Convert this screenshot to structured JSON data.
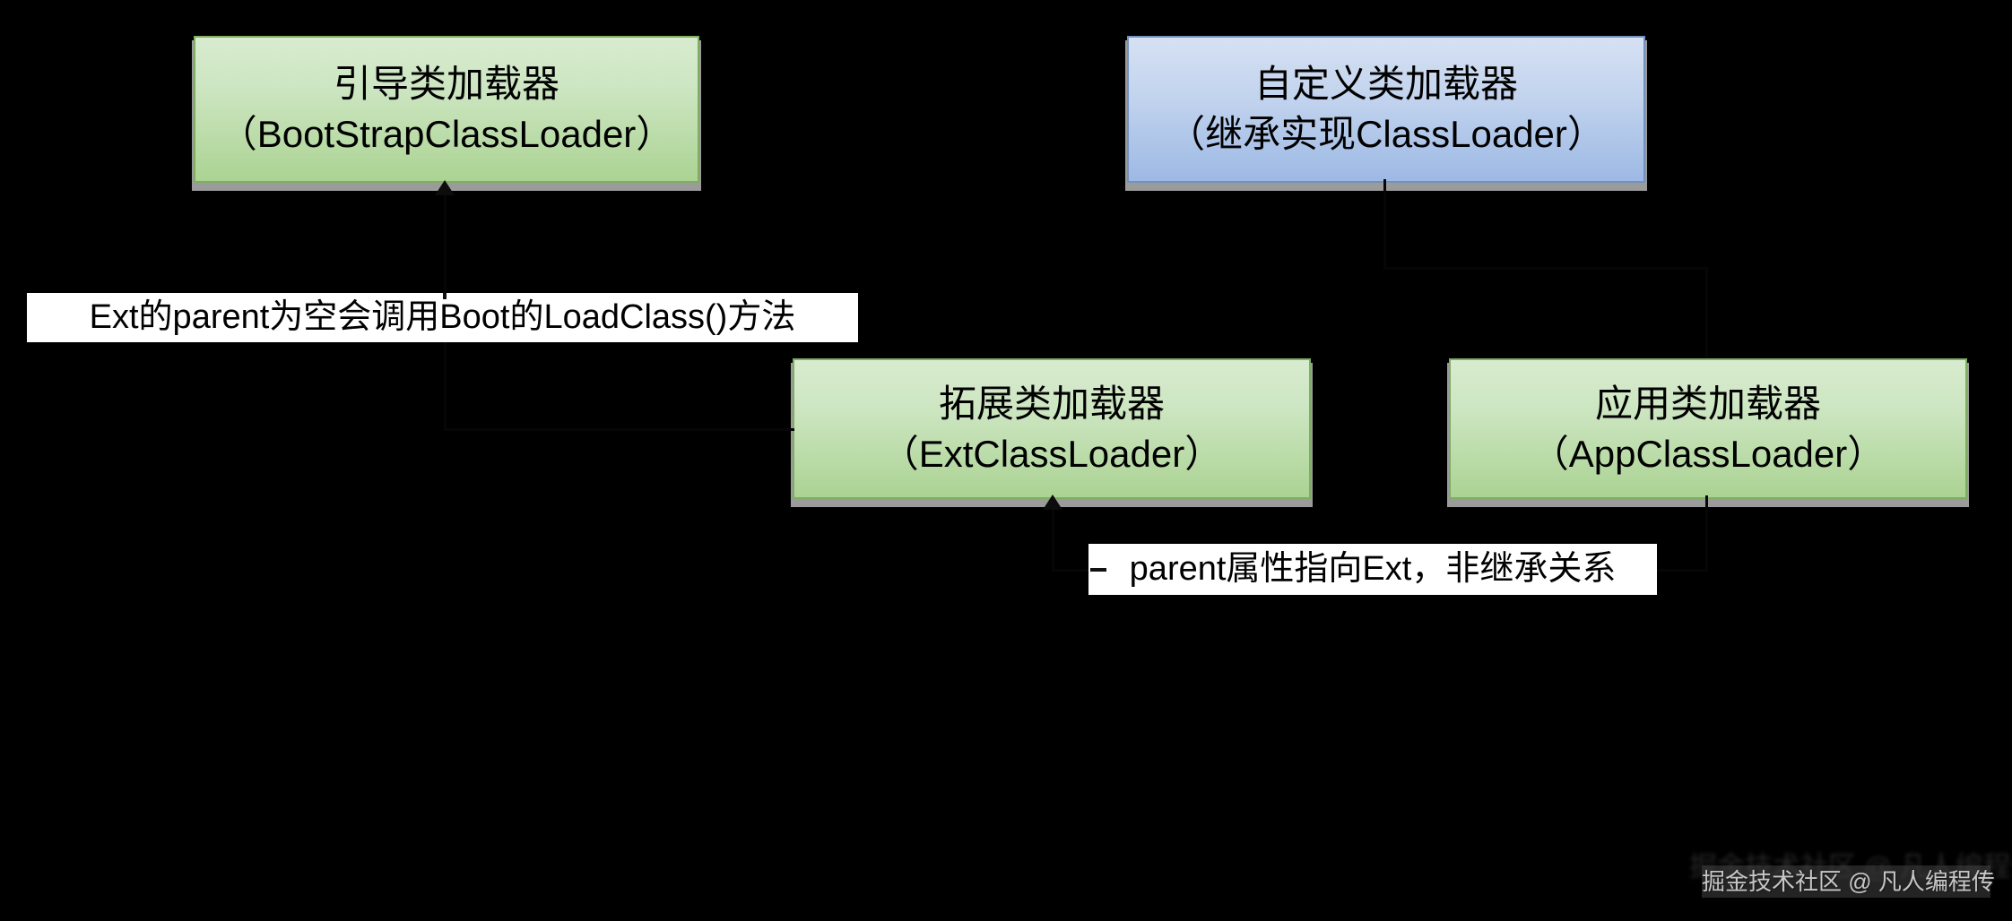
{
  "page": {
    "background": "#000000"
  },
  "diagram": {
    "nodes": [
      {
        "id": "bootstrap",
        "title": "引导类加载器",
        "subtitle": "（BootStrapClassLoader）",
        "variant": "green"
      },
      {
        "id": "custom",
        "title": "自定义类加载器",
        "subtitle": "（继承实现ClassLoader）",
        "variant": "blue"
      },
      {
        "id": "ext",
        "title": "拓展类加载器",
        "subtitle": "（ExtClassLoader）",
        "variant": "green"
      },
      {
        "id": "app",
        "title": "应用类加载器",
        "subtitle": "（AppClassLoader）",
        "variant": "green"
      }
    ],
    "annotations": [
      {
        "id": "ext-parent-note",
        "text": "Ext的parent为空会调用Boot的LoadClass()方法"
      },
      {
        "id": "parent-pointer-note",
        "text": "parent属性指向Ext，非继承关系"
      }
    ],
    "connectors": [
      {
        "from": "ext",
        "to": "bootstrap",
        "arrowhead": "up-into-bootstrap"
      },
      {
        "from": "app",
        "to": "ext",
        "arrowhead": "up-into-ext"
      },
      {
        "from": "custom",
        "to": "app",
        "arrowhead": "hidden"
      }
    ],
    "colors": {
      "node_green_top": "#d8ebcf",
      "node_green_bottom": "#abd393",
      "node_green_border": "#7fae63",
      "node_blue_top": "#d6e1f3",
      "node_blue_bottom": "#9db9e4",
      "node_blue_border": "#7292bd",
      "shadow": "#9b9b9b",
      "annotation_bg": "#ffffff",
      "text": "#000000",
      "connector": "#060606"
    }
  },
  "watermark": {
    "text": "掘金技术社区 @ 凡人编程传"
  }
}
